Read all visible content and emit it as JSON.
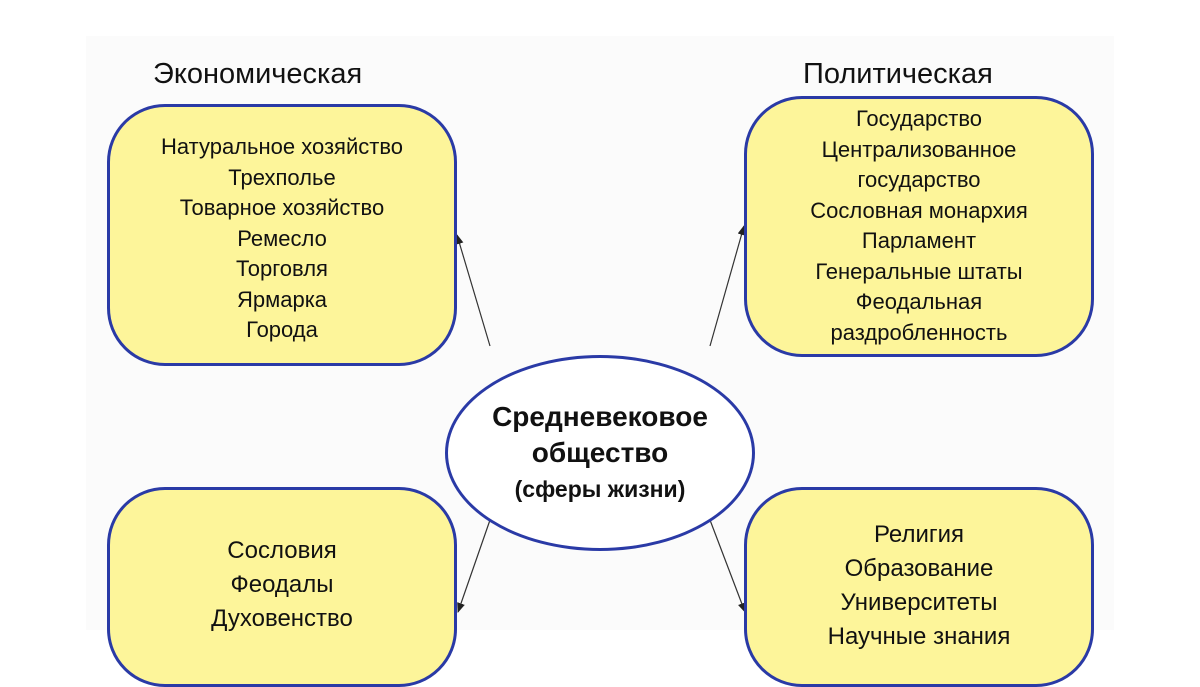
{
  "diagram": {
    "center": {
      "line1": "Средневековое",
      "line2": "общество",
      "line3": "(сферы жизни)"
    },
    "economic": {
      "heading": "Экономическая",
      "items": [
        "Натуральное хозяйство",
        "Трехполье",
        "Товарное хозяйство",
        "Ремесло",
        "Торговля",
        "Ярмарка",
        "Города"
      ]
    },
    "political": {
      "heading": "Политическая",
      "items": [
        "Государство",
        "Централизованное",
        "государство",
        "Сословная монархия",
        "Парламент",
        "Генеральные штаты",
        "Феодальная",
        "раздробленность"
      ]
    },
    "social": {
      "items": [
        "Сословия",
        "Феодалы",
        "Духовенство"
      ]
    },
    "spiritual": {
      "items": [
        "Религия",
        "Образование",
        "Университеты",
        "Научные знания"
      ]
    },
    "colors": {
      "box_fill": "#fdf59a",
      "box_border": "#2a3aa6",
      "text": "#111111"
    }
  }
}
